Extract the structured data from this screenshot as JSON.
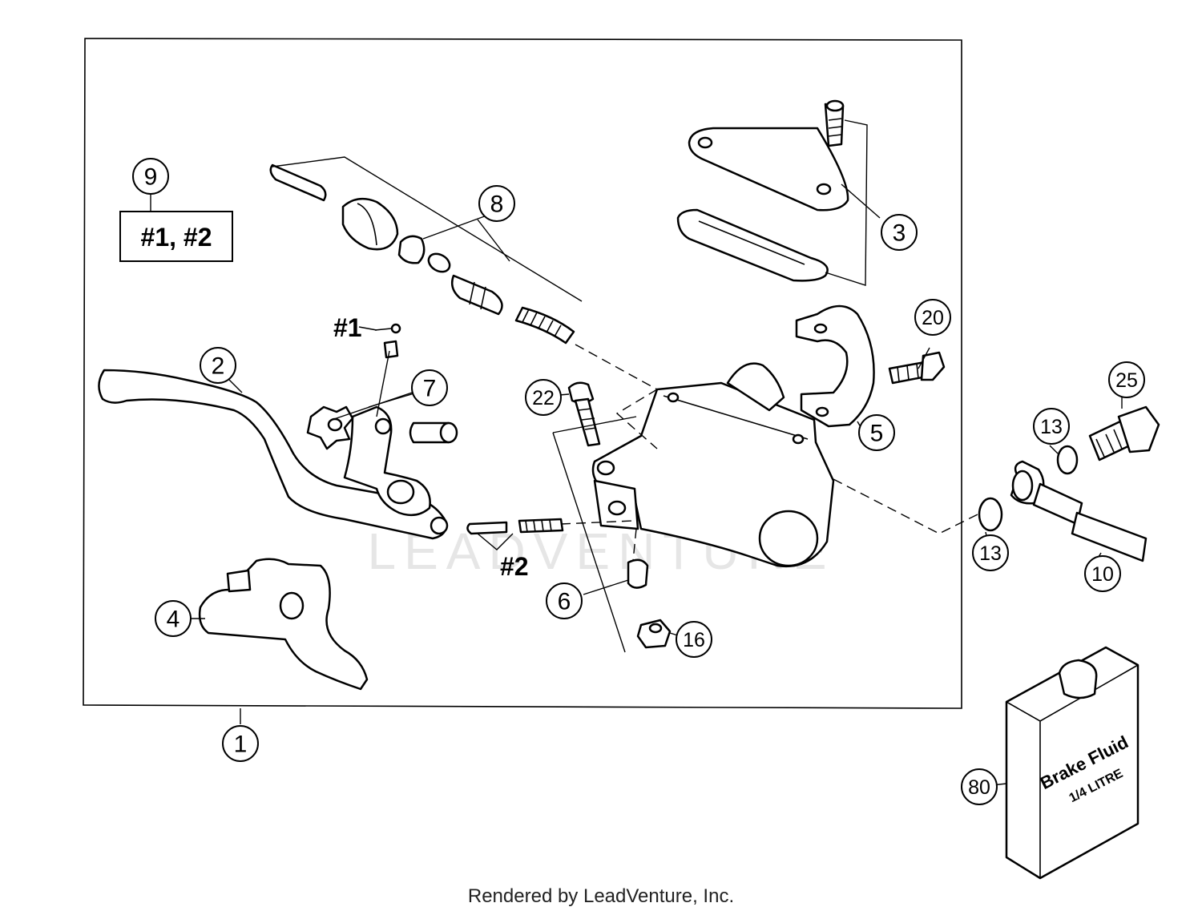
{
  "watermark": "LEADVENTURE",
  "footer": "Rendered by LeadVenture, Inc.",
  "kit_box": {
    "label": "#1, #2"
  },
  "sub_labels": {
    "sub1": "#1",
    "sub2": "#2"
  },
  "bottle": {
    "line1": "Brake Fluid",
    "line2": "1/4 LITRE"
  },
  "callouts": {
    "c1": "1",
    "c2": "2",
    "c3": "3",
    "c4": "4",
    "c5": "5",
    "c6": "6",
    "c7": "7",
    "c8": "8",
    "c9": "9",
    "c10": "10",
    "c13a": "13",
    "c13b": "13",
    "c16": "16",
    "c20": "20",
    "c22": "22",
    "c25": "25",
    "c80": "80"
  }
}
